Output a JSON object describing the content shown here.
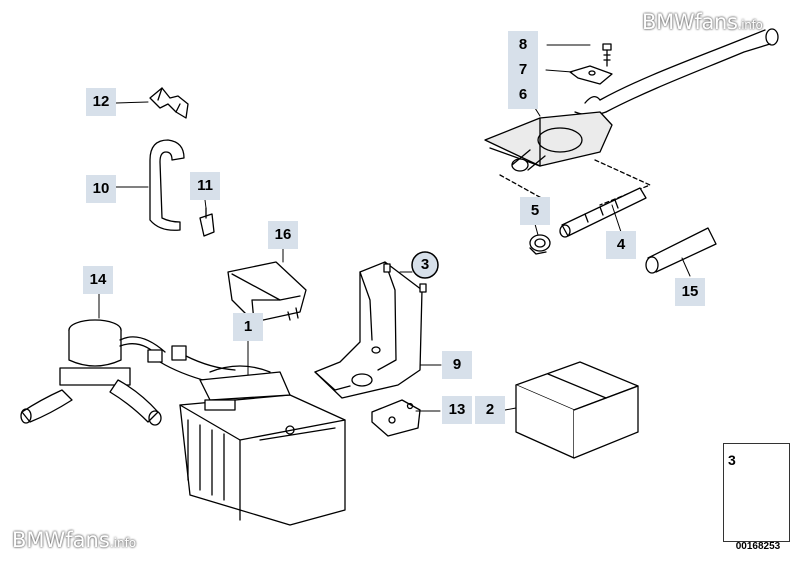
{
  "watermark_top": {
    "brand": "BMWfans",
    "suffix": ".info"
  },
  "watermark_bottom": {
    "brand": "BMWfans",
    "suffix": ".info"
  },
  "callouts": [
    "1",
    "2",
    "3",
    "4",
    "5",
    "6",
    "7",
    "8",
    "9",
    "10",
    "11",
    "12",
    "13",
    "14",
    "15",
    "16"
  ],
  "legend": {
    "label": "3"
  },
  "diagram_number": "00168253"
}
